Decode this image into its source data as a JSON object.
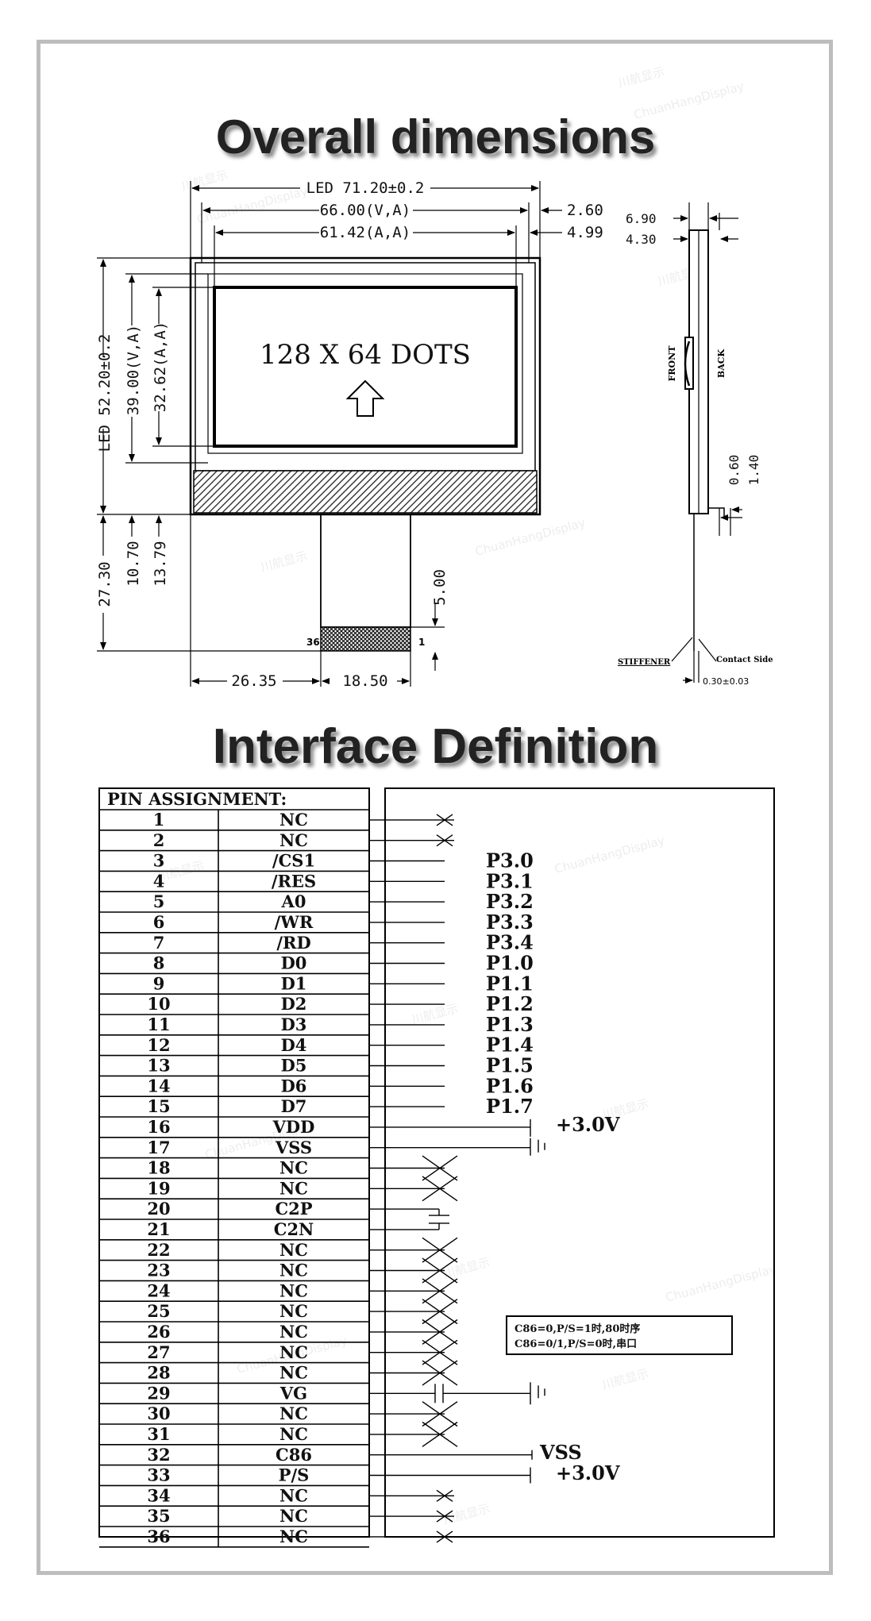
{
  "headings": {
    "overall_dimensions": "Overall dimensions",
    "interface_definition": "Interface Definition"
  },
  "front_view": {
    "dims": {
      "led_width": "LED 71.20±0.2",
      "va_width": "66.00(V,A)",
      "aa_width": "61.42(A,A)",
      "offset_1": "2.60",
      "offset_2": "4.99",
      "led_height": "LED 52.20±0.2",
      "va_height": "39.00(V,A)",
      "aa_height": "32.62(A,A)",
      "tail_total": "27.30",
      "tail_1": "10.70",
      "tail_2": "13.79",
      "connector": "5.00",
      "fpc_offset": "26.35",
      "fpc_width": "18.50"
    },
    "screen_text": "128 X 64 DOTS",
    "pin_first": "36",
    "pin_last": "1"
  },
  "side_view": {
    "dim_top_1": "6.90",
    "dim_top_2": "4.30",
    "front_label": "FRONT",
    "back_label": "BACK",
    "dim_small_1": "0.60",
    "dim_small_2": "1.40",
    "stiffener_label": "STIFFENER",
    "contact_label": "Contact Side",
    "thickness": "0.30±0.03"
  },
  "pin_table": {
    "header": "PIN ASSIGNMENT:",
    "pins": [
      {
        "no": "1",
        "name": "NC"
      },
      {
        "no": "2",
        "name": "NC"
      },
      {
        "no": "3",
        "name": "/CS1"
      },
      {
        "no": "4",
        "name": "/RES"
      },
      {
        "no": "5",
        "name": "A0"
      },
      {
        "no": "6",
        "name": "/WR"
      },
      {
        "no": "7",
        "name": "/RD"
      },
      {
        "no": "8",
        "name": "D0"
      },
      {
        "no": "9",
        "name": "D1"
      },
      {
        "no": "10",
        "name": "D2"
      },
      {
        "no": "11",
        "name": "D3"
      },
      {
        "no": "12",
        "name": "D4"
      },
      {
        "no": "13",
        "name": "D5"
      },
      {
        "no": "14",
        "name": "D6"
      },
      {
        "no": "15",
        "name": "D7"
      },
      {
        "no": "16",
        "name": "VDD"
      },
      {
        "no": "17",
        "name": "VSS"
      },
      {
        "no": "18",
        "name": "NC"
      },
      {
        "no": "19",
        "name": "NC"
      },
      {
        "no": "20",
        "name": "C2P"
      },
      {
        "no": "21",
        "name": "C2N"
      },
      {
        "no": "22",
        "name": "NC"
      },
      {
        "no": "23",
        "name": "NC"
      },
      {
        "no": "24",
        "name": "NC"
      },
      {
        "no": "25",
        "name": "NC"
      },
      {
        "no": "26",
        "name": "NC"
      },
      {
        "no": "27",
        "name": "NC"
      },
      {
        "no": "28",
        "name": "NC"
      },
      {
        "no": "29",
        "name": "VG"
      },
      {
        "no": "30",
        "name": "NC"
      },
      {
        "no": "31",
        "name": "NC"
      },
      {
        "no": "32",
        "name": "C86"
      },
      {
        "no": "33",
        "name": "P/S"
      },
      {
        "no": "34",
        "name": "NC"
      },
      {
        "no": "35",
        "name": "NC"
      },
      {
        "no": "36",
        "name": "NC"
      }
    ]
  },
  "connections": {
    "ports": [
      "P3.0",
      "P3.1",
      "P3.2",
      "P3.3",
      "P3.4",
      "P1.0",
      "P1.1",
      "P1.2",
      "P1.3",
      "P1.4",
      "P1.5",
      "P1.6",
      "P1.7"
    ],
    "vdd_label": "+3.0V",
    "vss_label": "VSS",
    "ps_label": "+3.0V",
    "note_line1": "C86=0,P/S=1时,80时序",
    "note_line2": "C86=0/1,P/S=0时,串口"
  },
  "watermark": {
    "cn": "川航显示",
    "en": "ChuanHangDisplay"
  }
}
